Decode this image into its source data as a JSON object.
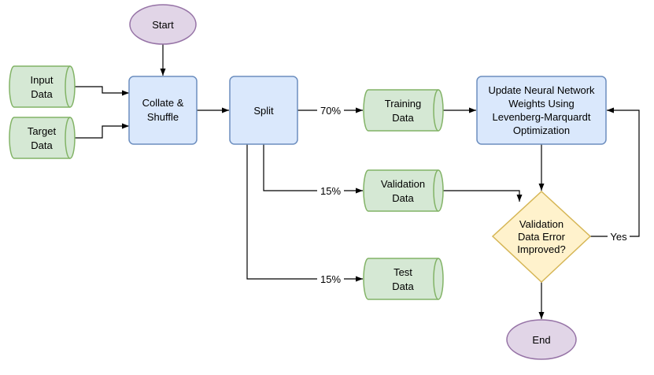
{
  "nodes": {
    "start": {
      "label": "Start"
    },
    "input_data": {
      "line1": "Input",
      "line2": "Data"
    },
    "target_data": {
      "line1": "Target",
      "line2": "Data"
    },
    "collate": {
      "line1": "Collate &",
      "line2": "Shuffle"
    },
    "split": {
      "label": "Split"
    },
    "training_data": {
      "line1": "Training",
      "line2": "Data"
    },
    "validation_data": {
      "line1": "Validation",
      "line2": "Data"
    },
    "test_data": {
      "line1": "Test",
      "line2": "Data"
    },
    "update": {
      "line1": "Update Neural Network",
      "line2": "Weights Using",
      "line3": "Levenberg-Marquardt",
      "line4": "Optimization"
    },
    "decision": {
      "line1": "Validation",
      "line2": "Data Error",
      "line3": "Improved?"
    },
    "end": {
      "label": "End"
    }
  },
  "edges": {
    "split_training": "70%",
    "split_validation": "15%",
    "split_test": "15%",
    "decision_yes": "Yes"
  },
  "colors": {
    "terminal_fill": "#e1d5e7",
    "terminal_stroke": "#9673a6",
    "process_fill": "#dae8fc",
    "process_stroke": "#6c8ebf",
    "data_fill": "#d5e8d4",
    "data_stroke": "#82b366",
    "decision_fill": "#fff2cc",
    "decision_stroke": "#d6b656"
  }
}
